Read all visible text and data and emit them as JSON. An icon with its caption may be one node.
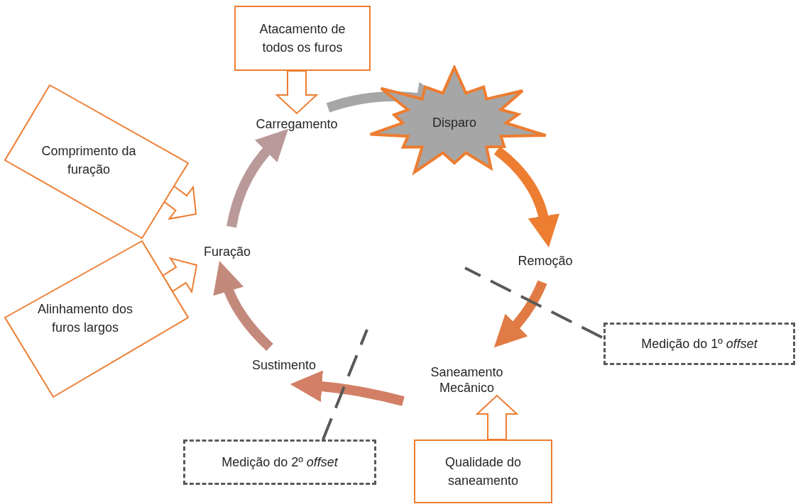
{
  "diagram": {
    "nodes": [
      {
        "text": [
          "Atacamento de todos os furos"
        ]
      },
      {
        "text": [
          "Carregamento"
        ]
      },
      {
        "text": [
          "Disparo"
        ]
      },
      {
        "text": [
          "Remoção"
        ]
      },
      {
        "text": [
          "Saneamento Mecânico"
        ]
      },
      {
        "text": [
          "Sustimento"
        ]
      },
      {
        "text": [
          "Furação"
        ]
      },
      {
        "text": [
          "Comprimento da furação"
        ]
      },
      {
        "text": [
          "Alinhamento dos furos largos"
        ]
      },
      {
        "text": [
          "Medição do 1º *offset*"
        ]
      },
      {
        "text": [
          "Medição do 2º *offset*"
        ]
      },
      {
        "text": [
          "Qualidade do saneamento"
        ]
      }
    ],
    "edges": [
      {
        "from": 0,
        "to": 1,
        "arrow": "to",
        "color": "#ed7d31"
      },
      {
        "from": 1,
        "to": 2,
        "arrow": "to",
        "color": "#a6a6a6"
      },
      {
        "from": 2,
        "to": 3,
        "arrow": "to",
        "color": "#ed7d31"
      },
      {
        "from": 3,
        "to": 4,
        "arrow": "to",
        "color": "#e07b45"
      },
      {
        "from": 4,
        "to": 5,
        "arrow": "to",
        "color": "#d27f66"
      },
      {
        "from": 5,
        "to": 6,
        "arrow": "to",
        "color": "#c38a7c"
      },
      {
        "from": 6,
        "to": 1,
        "arrow": "to",
        "color": "#b99a98"
      },
      {
        "from": 7,
        "to": 6,
        "arrow": "to",
        "color": "#ed7d31"
      },
      {
        "from": 8,
        "to": 6,
        "arrow": "to",
        "color": "#ed7d31"
      },
      {
        "from": 11,
        "to": 4,
        "arrow": "to",
        "color": "#ed7d31"
      },
      {
        "from": 9,
        "to": null,
        "arrow": "none",
        "style": "dashed",
        "color": "#595959"
      },
      {
        "from": 10,
        "to": null,
        "arrow": "none",
        "style": "dashed",
        "color": "#595959"
      }
    ]
  }
}
